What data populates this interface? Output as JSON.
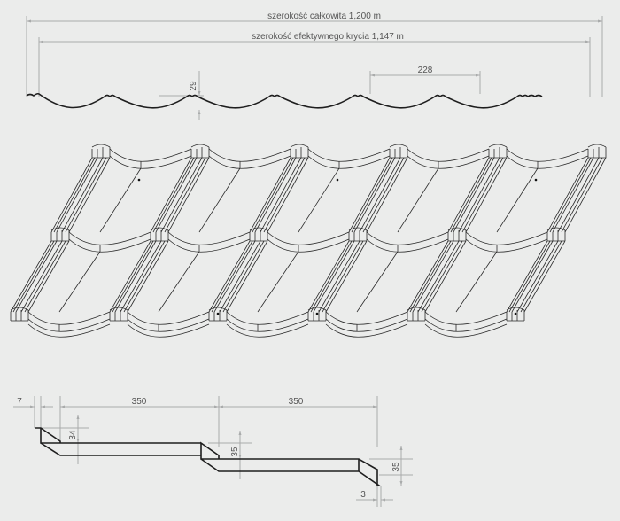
{
  "top_profile": {
    "total_width_label": "szerokość całkowita 1,200 m",
    "effective_width_label": "szerokość efektywnego krycia 1,147 m",
    "module_label": "228",
    "height_label": "29"
  },
  "bottom_profile": {
    "overlap_label": "7",
    "length_label_1": "350",
    "length_label_2": "350",
    "step_height_1": "34",
    "step_height_2": "35",
    "step_height_3": "35",
    "lip_label": "3"
  },
  "colors": {
    "background": "#ebeceb",
    "line": "#1e1e1e",
    "dimension": "#a9abab"
  }
}
